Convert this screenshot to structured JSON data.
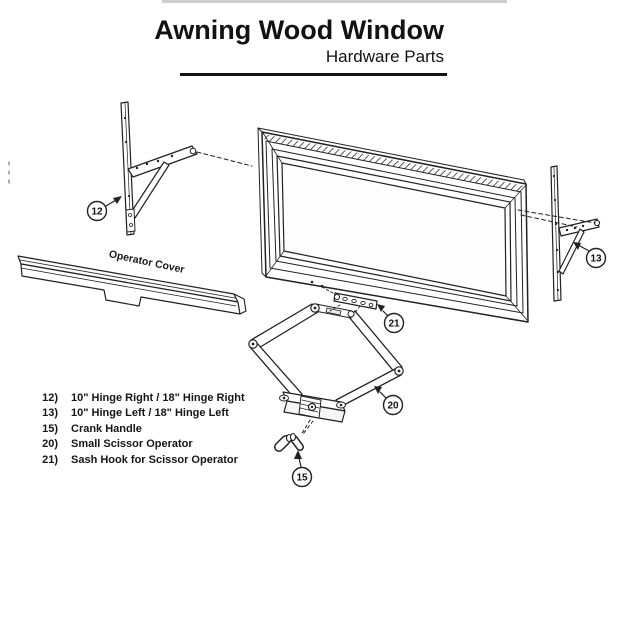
{
  "page": {
    "background": "#ffffff",
    "line_color": "#222222"
  },
  "header": {
    "title": "Awning Wood Window",
    "subtitle": "Hardware Parts"
  },
  "diagram": {
    "operator_cover_label": "Operator Cover",
    "callouts": {
      "c12": "12",
      "c13": "13",
      "c15": "15",
      "c20": "20",
      "c21": "21"
    }
  },
  "parts_list": [
    {
      "num": "12)",
      "desc": "10\" Hinge Right / 18\" Hinge Right"
    },
    {
      "num": "13)",
      "desc": "10\" Hinge Left / 18\" Hinge Left"
    },
    {
      "num": "15)",
      "desc": "Crank Handle"
    },
    {
      "num": "20)",
      "desc": "Small Scissor Operator"
    },
    {
      "num": "21)",
      "desc": "Sash Hook for Scissor Operator"
    }
  ]
}
